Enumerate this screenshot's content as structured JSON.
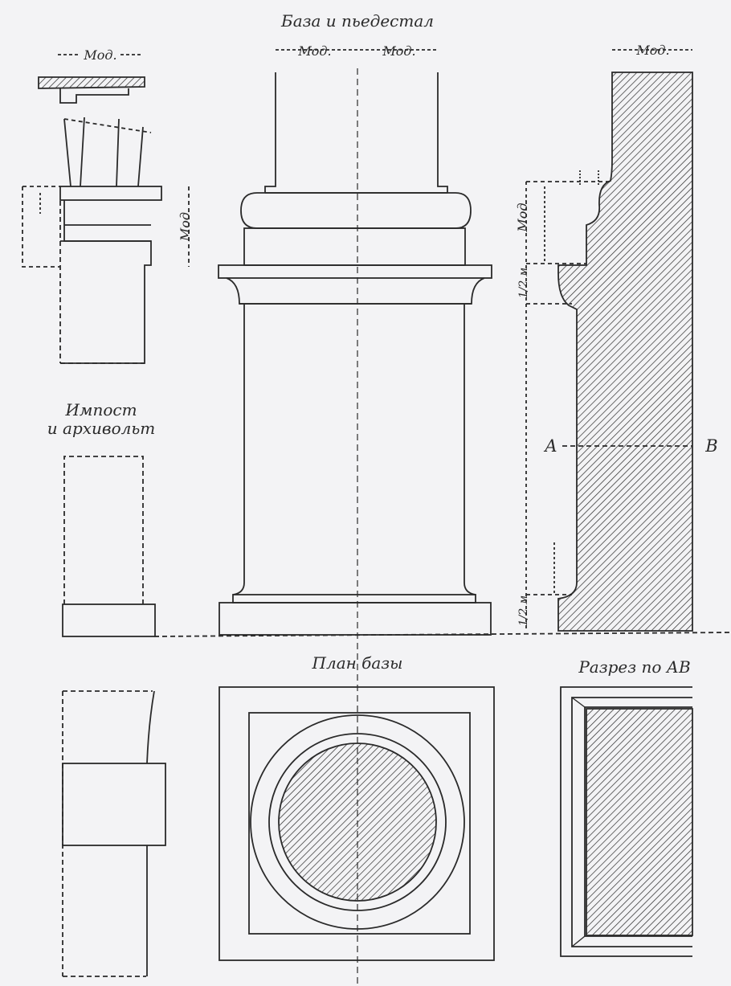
{
  "labels": {
    "base_title": "База и пьедестал",
    "mod_left": "Мод.",
    "mod_right": "Мод.",
    "mod_topleft": "Мод.",
    "mod_topright": "Мод.",
    "mod_vertical_left": "Мод",
    "impost_line1": "Импост",
    "impost_line2": "и архивольт",
    "plan_title": "План базы",
    "section_title": "Разрез по АВ",
    "point_a": "А",
    "point_b": "В",
    "mod_vertical_right": "Мод.",
    "half_m_upper": "1/2 м",
    "half_m_lower": "1/2 м"
  },
  "colors": {
    "paper": "#f3f3f5",
    "ink": "#2a2a2a"
  }
}
